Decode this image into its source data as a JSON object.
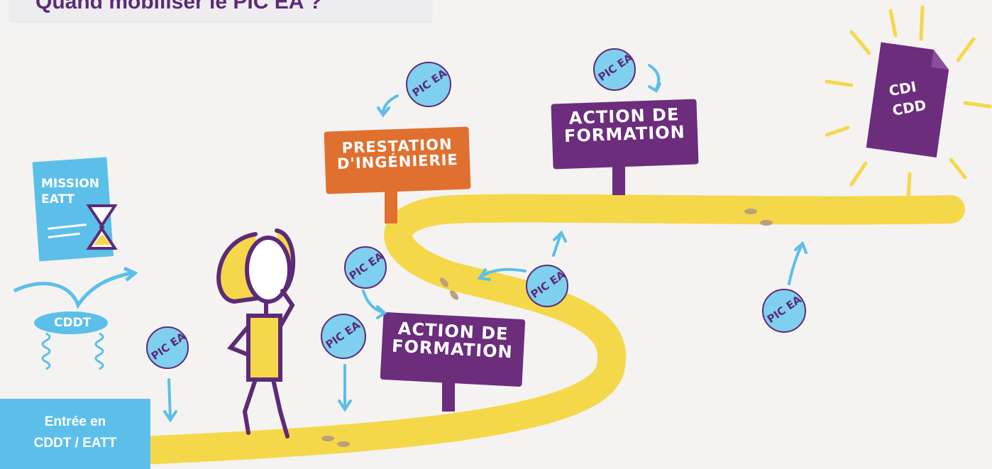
{
  "title": "Quand mobiliser le PIC EA ?",
  "entry": {
    "line1": "Entrée en",
    "line2": "CDDT / EATT"
  },
  "mission_doc": {
    "line1": "MISSION",
    "line2": "EATT"
  },
  "cddt_label": "CDDT",
  "signs": {
    "prestation": {
      "line1": "PRESTATION",
      "line2": "D'INGÉNIERIE"
    },
    "action_top": {
      "line1": "ACTION DE",
      "line2": "FORMATION"
    },
    "action_bottom": {
      "line1": "ACTION DE",
      "line2": "FORMATION"
    }
  },
  "final_doc": {
    "line1": "CDI",
    "line2": "CDD"
  },
  "badge_label": "PIC EA",
  "colors": {
    "path": "#f5d84a",
    "purple": "#6b2d7c",
    "orange": "#e07030",
    "blue": "#5bbfe9",
    "badge": "#7fd0ee"
  },
  "icons": [
    "hourglass-icon",
    "footprints-icon",
    "arrow-icon",
    "badge-icon",
    "sparkle-icon"
  ]
}
